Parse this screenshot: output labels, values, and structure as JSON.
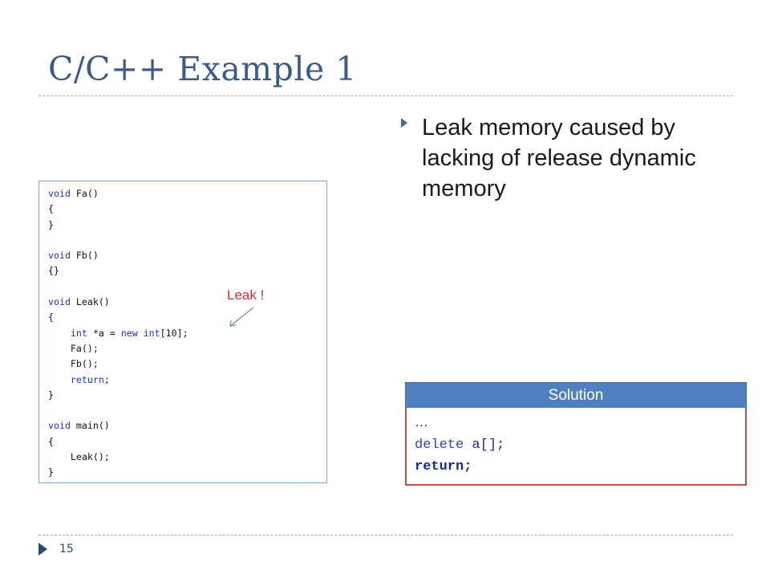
{
  "slide": {
    "title": "C/C++ Example 1",
    "page_number": "15"
  },
  "bullet": {
    "text": "Leak memory caused by lacking of release dynamic memory"
  },
  "code": {
    "lines": [
      {
        "kw": "void",
        "rest": " Fa()"
      },
      {
        "kw": "",
        "rest": "{"
      },
      {
        "kw": "",
        "rest": "}"
      },
      {
        "kw": "",
        "rest": ""
      },
      {
        "kw": "void",
        "rest": " Fb()"
      },
      {
        "kw": "",
        "rest": "{}"
      },
      {
        "kw": "",
        "rest": ""
      },
      {
        "kw": "void",
        "rest": " Leak()"
      },
      {
        "kw": "",
        "rest": "{"
      },
      {
        "kw": "",
        "rest": "int *a = new int[10];",
        "indent": "    ",
        "special": "alloc"
      },
      {
        "kw": "",
        "rest": "Fa();",
        "indent": "    "
      },
      {
        "kw": "",
        "rest": "Fb();",
        "indent": "    "
      },
      {
        "kw": "return",
        "rest": ";",
        "indent": "    "
      },
      {
        "kw": "",
        "rest": "}"
      },
      {
        "kw": "",
        "rest": ""
      },
      {
        "kw": "void",
        "rest": " main()"
      },
      {
        "kw": "",
        "rest": "{"
      },
      {
        "kw": "",
        "rest": "Leak();",
        "indent": "    "
      },
      {
        "kw": "",
        "rest": "}"
      }
    ]
  },
  "annotation": {
    "leak_label": "Leak !"
  },
  "solution": {
    "header": "Solution",
    "line1": "…",
    "line2_kw": "delete",
    "line2_rest": " a[];",
    "line3": "return;"
  },
  "colors": {
    "title": "#3c5a8c",
    "keyword": "#1b2fd6",
    "leak_label": "#d23030",
    "solution_header": "#4f7fbf",
    "solution_border": "#c0504d"
  }
}
